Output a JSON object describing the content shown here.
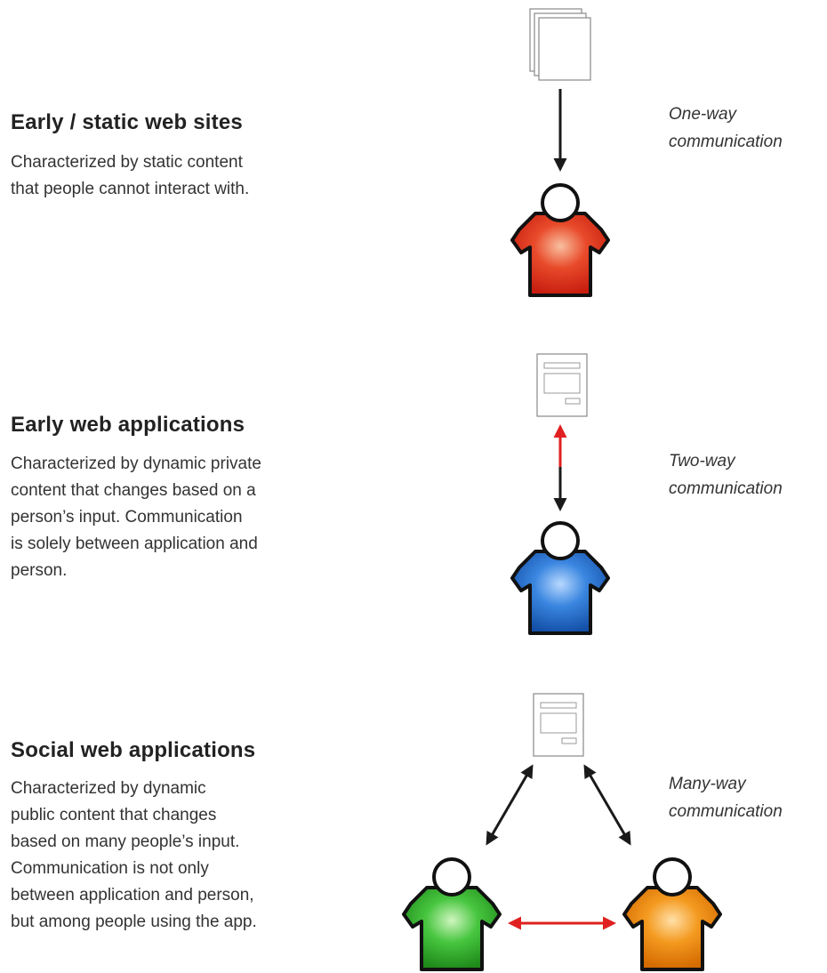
{
  "sections": [
    {
      "title": "Early / static web sites",
      "description": [
        "Characterized by static content",
        "that people cannot interact with."
      ],
      "caption": [
        "One-way",
        "communication"
      ]
    },
    {
      "title": "Early web applications",
      "description": [
        "Characterized by dynamic private",
        "content that changes based on a",
        "person’s input. Communication",
        "is solely between application and",
        "person."
      ],
      "caption": [
        "Two-way",
        "communication"
      ]
    },
    {
      "title": "Social web applications",
      "description": [
        "Characterized by dynamic",
        "public content that changes",
        "based on many people’s input.",
        "Communication is not only",
        "between application and person,",
        "but among people using the app."
      ],
      "caption": [
        "Many-way",
        "communication"
      ]
    }
  ],
  "colors": {
    "person_red": "#e0321e",
    "person_blue": "#1f6fd0",
    "person_green": "#35b832",
    "person_orange": "#f08a10",
    "arrow_black": "#1a1a1a",
    "arrow_red": "#e02020"
  },
  "icons": {
    "static_pages": "document-stack-icon",
    "web_app": "web-page-icon",
    "person": "person-icon"
  }
}
